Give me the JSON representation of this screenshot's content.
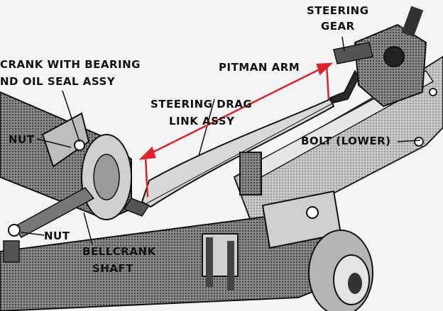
{
  "labels": {
    "steering_gear_line1": "STEERING",
    "steering_gear_line2": "GEAR",
    "pitman_arm": "PITMAN ARM",
    "bellcrank_bearing_line1": "CRANK WITH BEARING",
    "bellcrank_bearing_line2": "ND OIL SEAL ASSY",
    "drag_link_line1": "STEERING DRAG",
    "drag_link_line2": "LINK ASSY",
    "nut_upper": "NUT",
    "nut_lower": "NUT",
    "bolt_lower": "BOLT (LOWER)",
    "bellcrank_shaft_line1": "BELLCRANK",
    "bellcrank_shaft_line2": "SHAFT"
  },
  "colors": {
    "measurement_line": "#e0202a",
    "ink": "#111111",
    "paper": "#f4f4f4"
  }
}
